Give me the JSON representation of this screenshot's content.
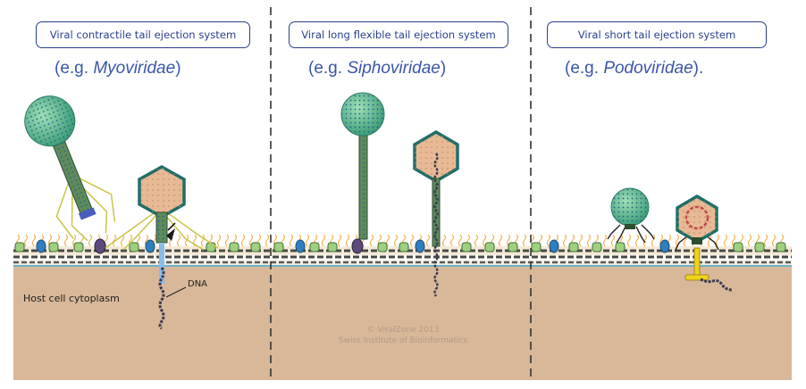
{
  "panels": [
    {
      "title": "Viral contractile tail ejection system",
      "example_prefix": "(e.g. ",
      "example_name": "Myoviridae",
      "example_suffix": ")"
    },
    {
      "title": "Viral long flexible tail ejection system",
      "example_prefix": "(e.g. ",
      "example_name": "Siphoviridae",
      "example_suffix": ")"
    },
    {
      "title": "Viral short tail ejection system",
      "example_prefix": "(e.g. ",
      "example_name": "Podoviridae",
      "example_suffix": ")."
    }
  ],
  "labels": {
    "cytoplasm": "Host cell cytoplasm",
    "dna": "DNA"
  },
  "credit": {
    "line1": "© ViralZone 2013",
    "line2": "Swiss Institute of Bioinformatics"
  },
  "colors": {
    "title_text": "#2b3f8f",
    "example_text": "#3a56a8",
    "cytoplasm": "#d8b899",
    "capsid_sphere": "#5cb88a",
    "capsid_hexagon": "#e7b994",
    "tail_fiber": "#c8c44a",
    "dna": "#3a3a52"
  }
}
